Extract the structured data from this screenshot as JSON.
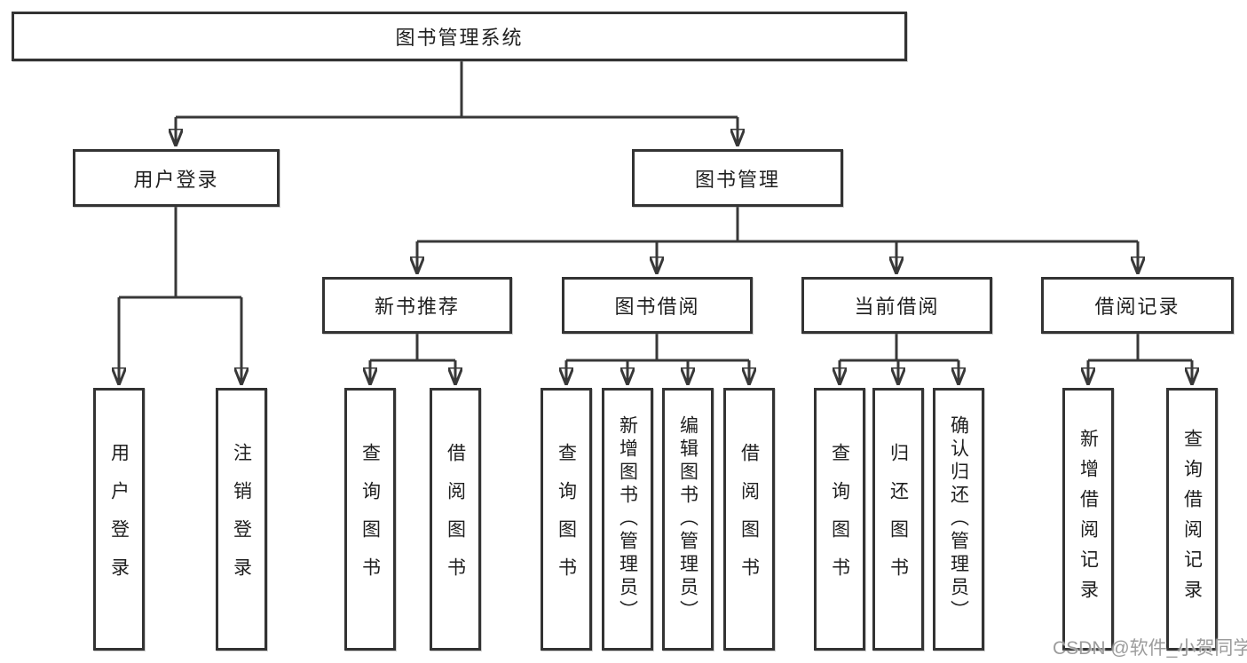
{
  "diagram": {
    "root": {
      "label": "图书管理系统"
    },
    "branches": [
      {
        "label": "用户登录",
        "leaves": [
          {
            "label": "用户登录"
          },
          {
            "label": "注销登录"
          }
        ]
      },
      {
        "label": "图书管理",
        "groups": [
          {
            "label": "新书推荐",
            "leaves": [
              {
                "label": "查询图书"
              },
              {
                "label": "借阅图书"
              }
            ]
          },
          {
            "label": "图书借阅",
            "leaves": [
              {
                "label": "查询图书"
              },
              {
                "label": "新增图书（管理员）"
              },
              {
                "label": "编辑图书（管理员）"
              },
              {
                "label": "借阅图书"
              }
            ]
          },
          {
            "label": "当前借阅",
            "leaves": [
              {
                "label": "查询图书"
              },
              {
                "label": "归还图书"
              },
              {
                "label": "确认归还（管理员）"
              }
            ]
          },
          {
            "label": "借阅记录",
            "leaves": [
              {
                "label": "新增借阅记录"
              },
              {
                "label": "查询借阅记录"
              }
            ]
          }
        ]
      }
    ]
  },
  "watermark": {
    "text": "CSDN @软件_小贺同学"
  },
  "colors": {
    "line": "#383838",
    "border": "#333333",
    "text": "#1f1f1f",
    "background": "#ffffff",
    "watermark": "#949494"
  }
}
